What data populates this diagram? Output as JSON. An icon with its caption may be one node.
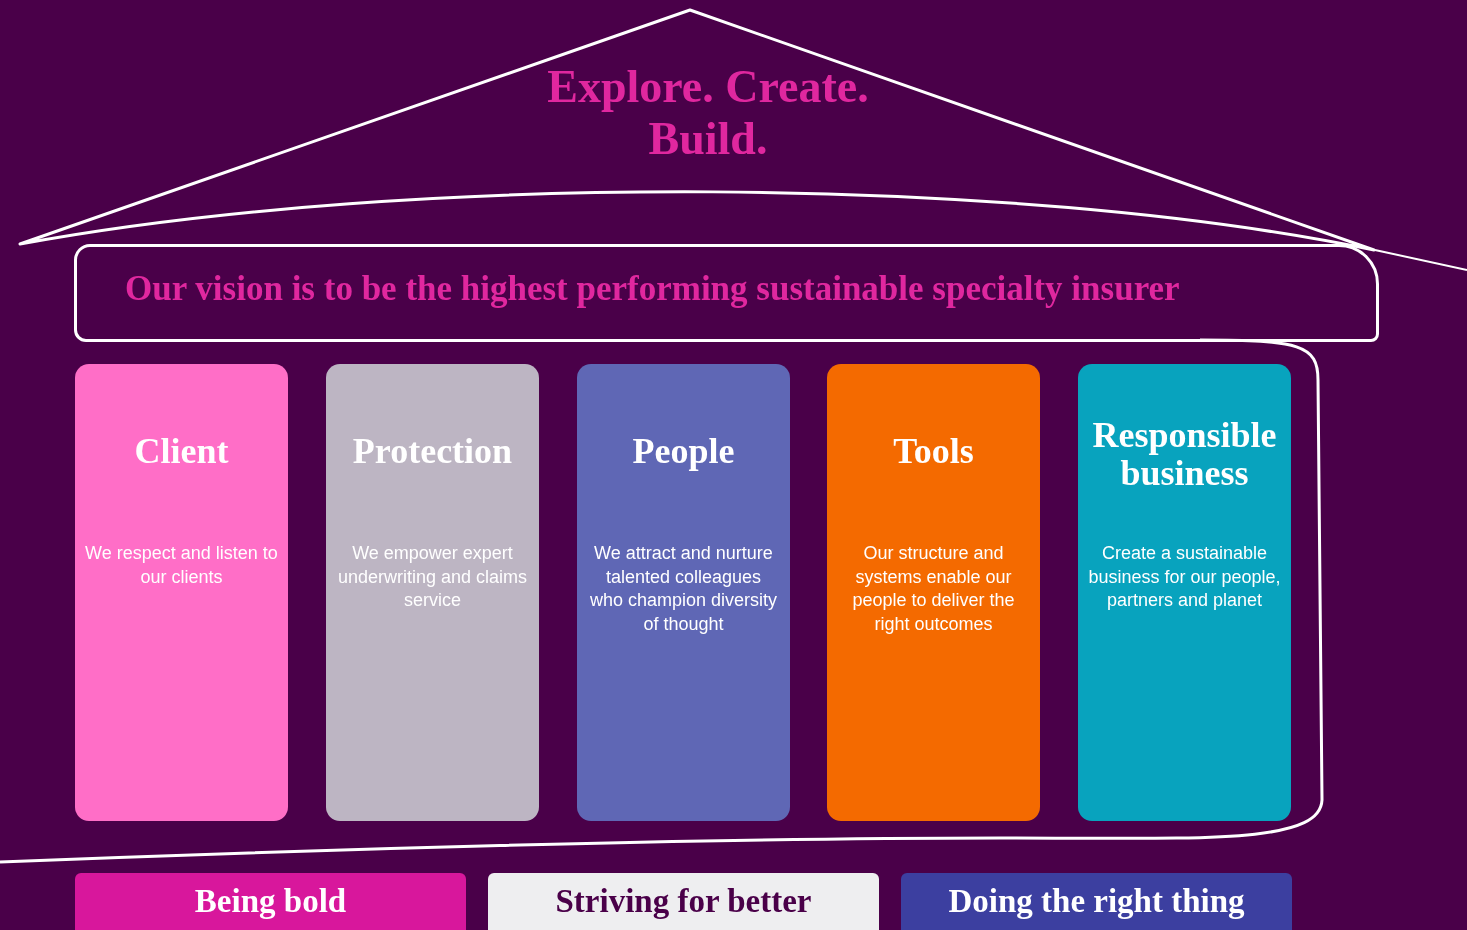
{
  "diagram": {
    "nodes": [
      {
        "text": [
          "Explore. Create. Build."
        ]
      },
      {
        "text": [
          "Our vision is to be the highest performing sustainable specialty insurer"
        ]
      },
      {
        "text": [
          "Client",
          "We respect and listen to our clients"
        ]
      },
      {
        "text": [
          "Protection",
          "We empower expert underwriting and claims service"
        ]
      },
      {
        "text": [
          "People",
          "We attract and nurture talented colleagues who champion diversity of thought"
        ]
      },
      {
        "text": [
          "Tools",
          "Our structure and systems enable our people to deliver the right outcomes"
        ]
      },
      {
        "text": [
          "Responsible business",
          "Create a sustainable business for our people, partners and planet"
        ]
      },
      {
        "text": [
          "Being bold"
        ]
      },
      {
        "text": [
          "Striving for better"
        ]
      },
      {
        "text": [
          "Doing the right thing"
        ]
      }
    ]
  }
}
